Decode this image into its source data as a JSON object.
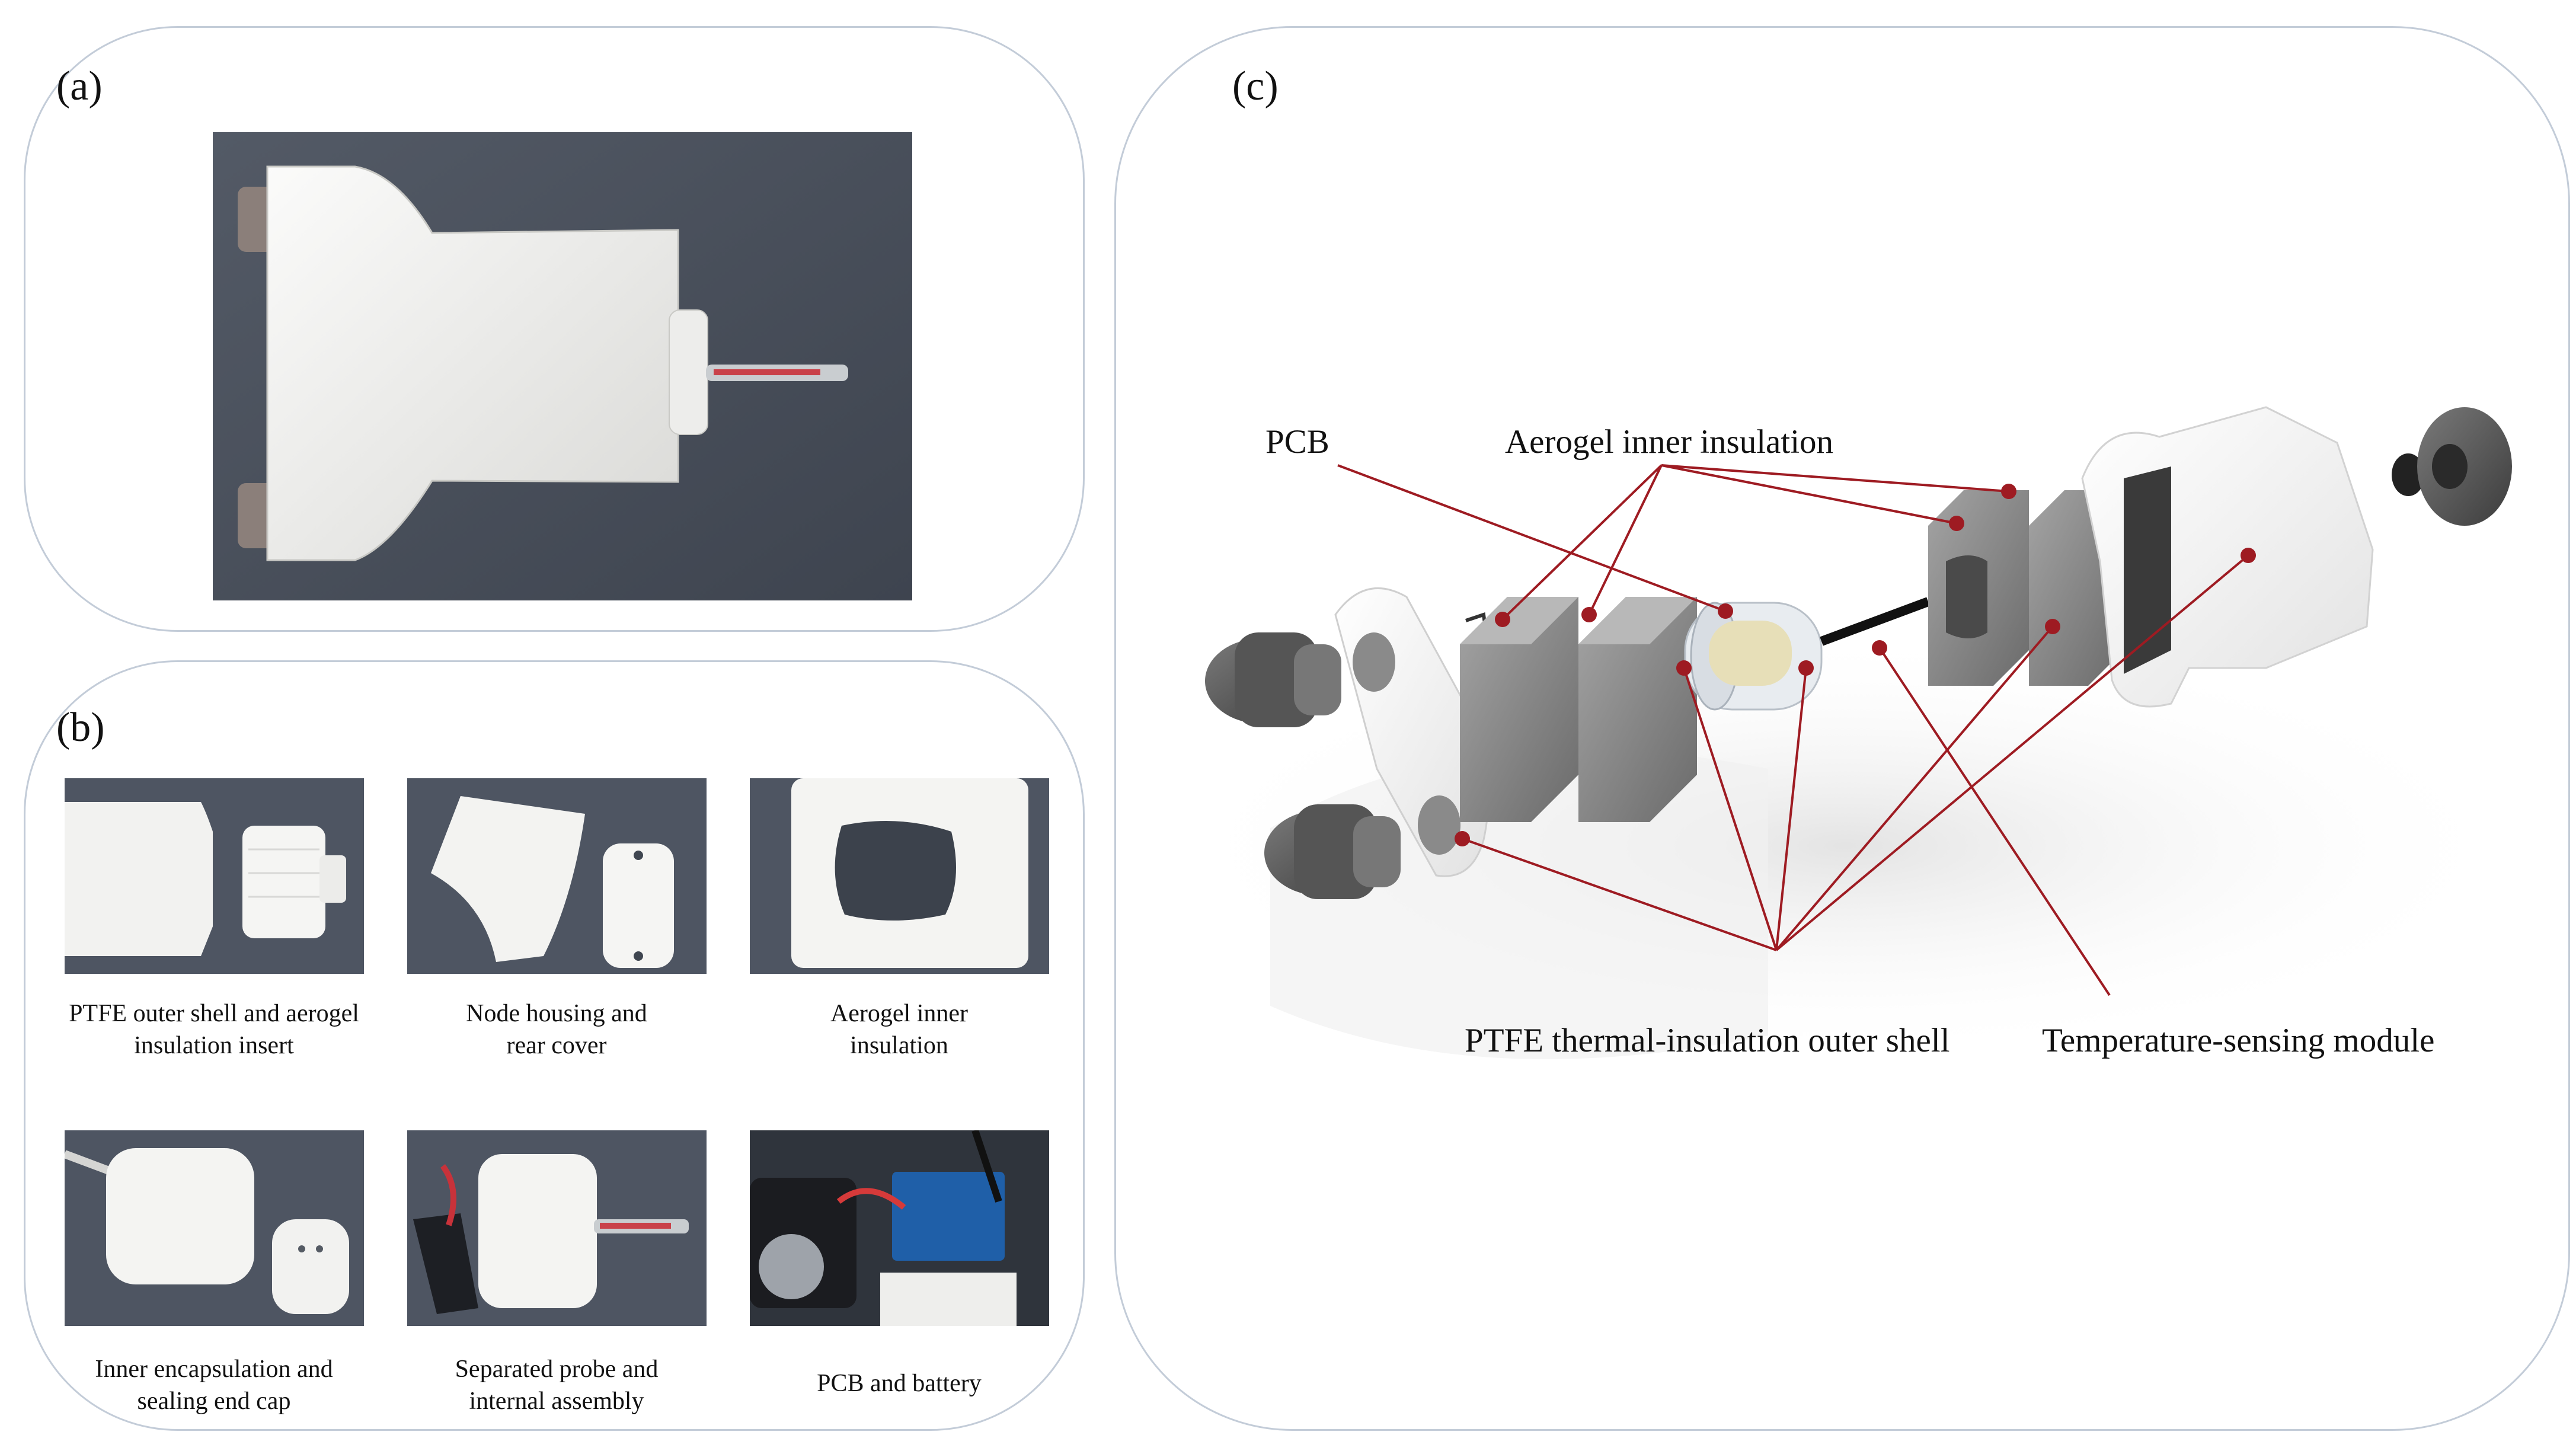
{
  "panels": {
    "a": {
      "label": "(a)"
    },
    "b": {
      "label": "(b)",
      "items": [
        {
          "caption": "PTFE outer shell and aerogel\ninsulation insert"
        },
        {
          "caption": "Node housing and\nrear cover"
        },
        {
          "caption": "Aerogel inner\ninsulation"
        },
        {
          "caption": "Inner encapsulation and\nsealing end cap"
        },
        {
          "caption": "Separated probe and\ninternal assembly"
        },
        {
          "caption": "PCB and battery"
        }
      ]
    },
    "c": {
      "label": "(c)",
      "callouts": {
        "pcb": "PCB",
        "aerogel": "Aerogel inner insulation",
        "ptfe": "PTFE thermal-insulation outer shell",
        "sensor": "Temperature-sensing module"
      }
    }
  },
  "colors": {
    "panel_border": "#c3ccd8",
    "leader_line": "#9e1b22",
    "photo_background": "#4e5562"
  }
}
